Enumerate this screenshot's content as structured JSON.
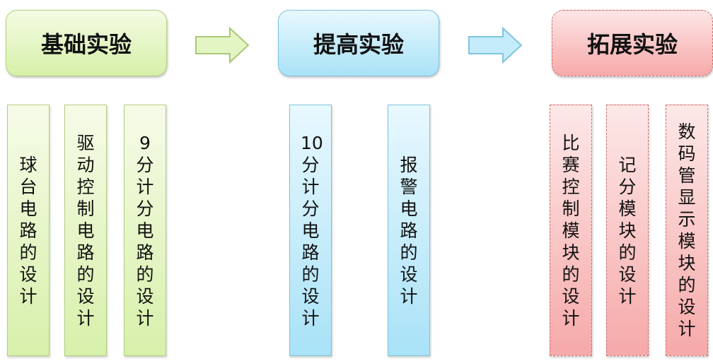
{
  "stages": [
    {
      "title": "基础实验",
      "items": [
        "球台电路的设计",
        "驱动控制电路的设计",
        "9分计分电路的设计"
      ]
    },
    {
      "title": "提高实验",
      "items": [
        "10分计分电路的设计",
        "报警电路的设计"
      ]
    },
    {
      "title": "拓展实验",
      "items": [
        "比赛控制模块的设计",
        "记分模块的设计",
        "数码管显示模块的设计"
      ]
    }
  ],
  "colors": {
    "green": "#d6f0a8",
    "blue": "#a9e2f7",
    "red": "#f7a9a9"
  }
}
